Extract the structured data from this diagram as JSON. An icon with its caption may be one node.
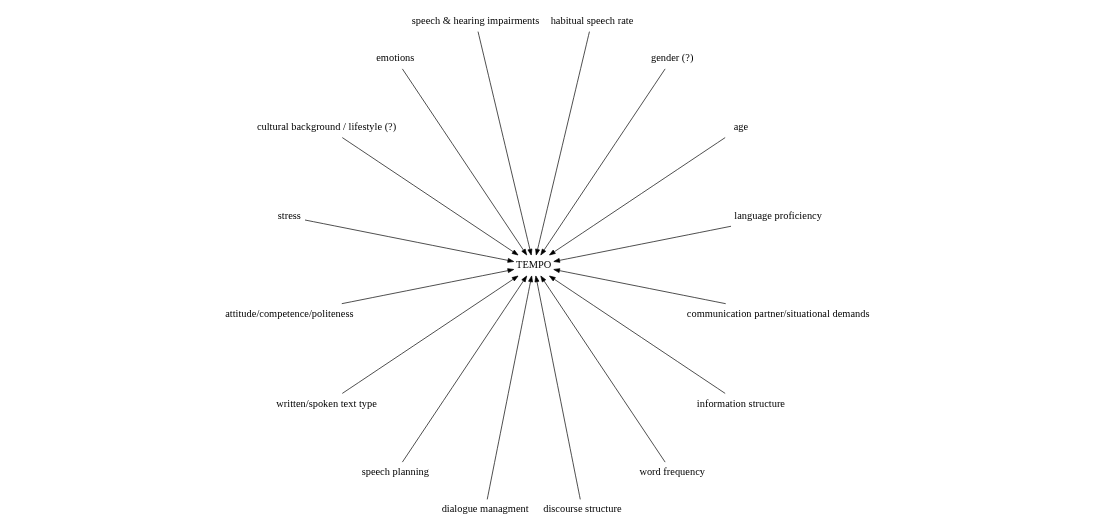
{
  "diagram": {
    "nodes": [
      {
        "text": [
          "language proficiency"
        ]
      },
      {
        "text": [
          "age"
        ]
      },
      {
        "text": [
          "gender (?)"
        ]
      },
      {
        "text": [
          "habitual speech rate"
        ]
      },
      {
        "text": [
          "speech & hearing impairments"
        ]
      },
      {
        "text": [
          "emotions"
        ]
      },
      {
        "text": [
          "cultural background / lifestyle (?)"
        ]
      },
      {
        "text": [
          "stress"
        ]
      },
      {
        "text": [
          "TEMPO"
        ]
      },
      {
        "text": [
          "attitude/competence/politeness"
        ]
      },
      {
        "text": [
          "written/spoken text type"
        ]
      },
      {
        "text": [
          "speech planning"
        ]
      },
      {
        "text": [
          "dialogue managment"
        ]
      },
      {
        "text": [
          "discourse structure"
        ]
      },
      {
        "text": [
          "word frequency"
        ]
      },
      {
        "text": [
          "information structure"
        ]
      },
      {
        "text": [
          "communication partner/situational demands"
        ]
      }
    ],
    "edges": [
      {
        "from": 1,
        "to": 8,
        "arrow": "to"
      },
      {
        "from": 2,
        "to": 8,
        "arrow": "to"
      },
      {
        "from": 4,
        "to": 8,
        "arrow": "to"
      },
      {
        "from": 6,
        "to": 8,
        "arrow": "to"
      },
      {
        "from": 9,
        "to": 8,
        "arrow": "to"
      },
      {
        "from": 11,
        "to": 8,
        "arrow": "to"
      },
      {
        "from": 13,
        "to": 8,
        "arrow": "to"
      },
      {
        "from": 15,
        "to": 8,
        "arrow": "to"
      },
      {
        "from": 16,
        "to": 8,
        "arrow": "to"
      },
      {
        "from": 14,
        "to": 8,
        "arrow": "to"
      },
      {
        "from": 12,
        "to": 8,
        "arrow": "to"
      },
      {
        "from": 10,
        "to": 8,
        "arrow": "to"
      },
      {
        "from": 7,
        "to": 8,
        "arrow": "to"
      },
      {
        "from": 5,
        "to": 8,
        "arrow": "to"
      },
      {
        "from": 3,
        "to": 8,
        "arrow": "to"
      },
      {
        "from": 0,
        "to": 8,
        "arrow": "to"
      }
    ]
  }
}
